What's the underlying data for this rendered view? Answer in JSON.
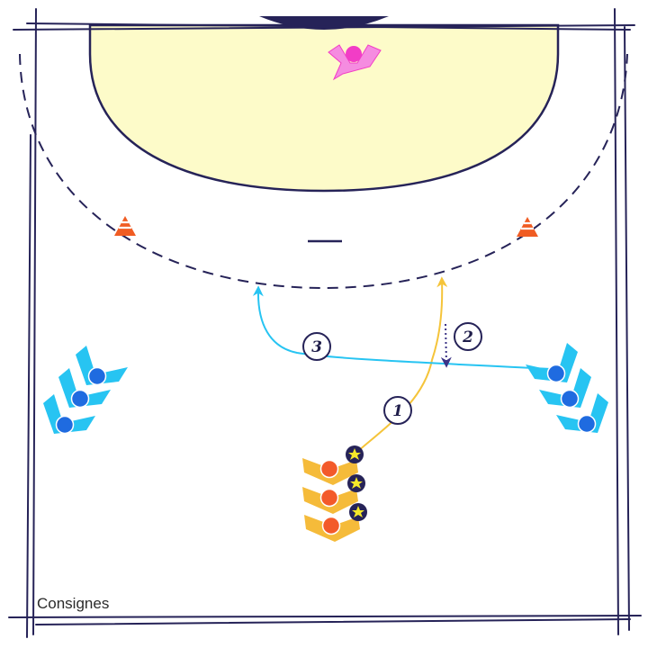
{
  "footer": {
    "label": "Consignes"
  },
  "steps": [
    {
      "number": "1"
    },
    {
      "number": "2"
    },
    {
      "number": "3"
    }
  ],
  "colors": {
    "court_line": "#262358",
    "goal_area_fill": "#fdfbc9",
    "attacker_orange": "#f35a2a",
    "attacker_jersey": "#f5bb3a",
    "defender_blue": "#1f6be0",
    "defender_jersey": "#27c4f2",
    "goalkeeper_pink": "#f23dc6",
    "pass_arrow_cyan": "#27c4f2",
    "run_arrow_yellow": "#f5c43a",
    "cone_orange": "#f05c23",
    "ball_yellow": "#f5e82a"
  },
  "icons": [
    "goalkeeper-icon",
    "cone-icon",
    "defender-icon",
    "attacker-icon",
    "ball-icon"
  ]
}
